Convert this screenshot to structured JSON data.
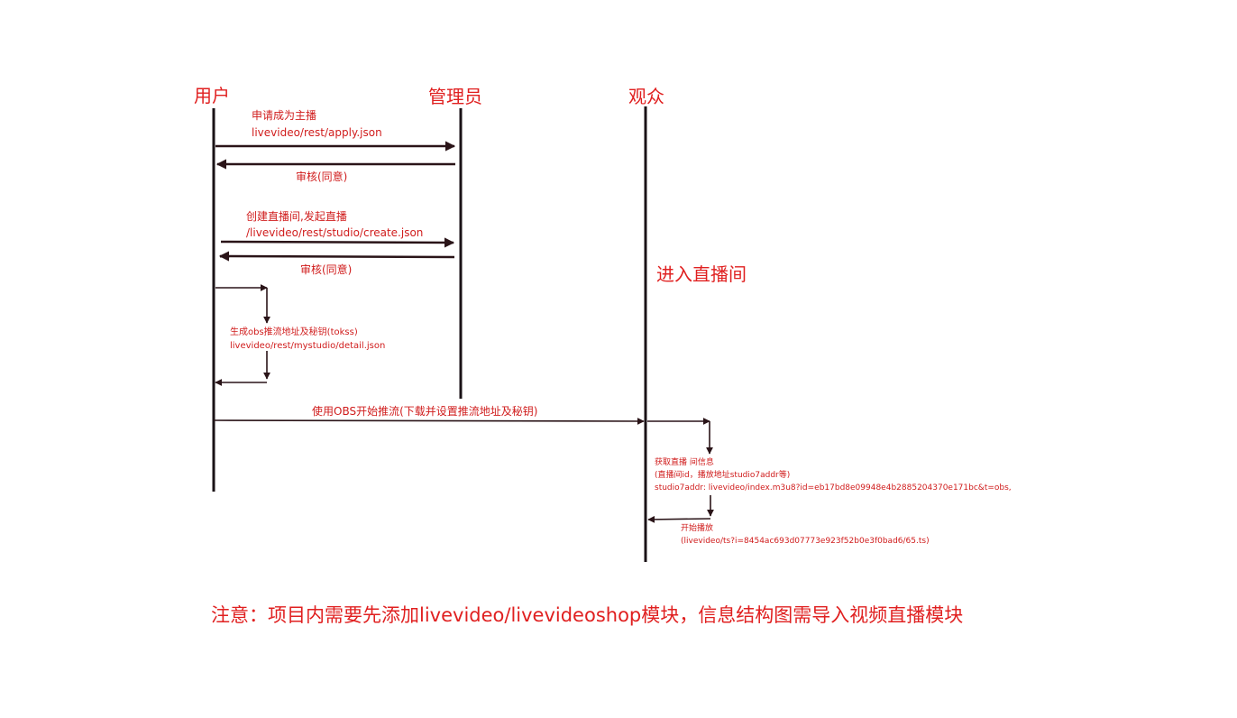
{
  "colors": {
    "text": "#e02020",
    "line": "#1a1216"
  },
  "actors": {
    "user": "用户",
    "admin": "管理员",
    "audience": "观众"
  },
  "messages": {
    "apply_line1": "申请成为主播",
    "apply_line2": "livevideo/rest/apply.json",
    "review1": "审核(同意)",
    "create_line1": "创建直播间,发起直播",
    "create_line2": "/livevideo/rest/studio/create.json",
    "review2": "审核(同意)",
    "obs_line1": "生成obs推流地址及秘钥(tokss)",
    "obs_line2": "livevideo/rest/mystudio/detail.json",
    "push": "使用OBS开始推流(下载并设置推流地址及秘钥)",
    "enter_room": "进入直播间",
    "info_line1": "获取直播 间信息",
    "info_line2": "(直播间id，播放地址studio7addr等)",
    "info_line3": "studio7addr:   livevideo/index.m3u8?id=eb17bd8e09948e4b2885204370e171bc&t=obs,",
    "play_line1": "开始播放",
    "play_line2": "(livevideo/ts?i=8454ac693d07773e923f52b0e3f0bad6/65.ts)"
  },
  "note": "注意：项目内需要先添加livevideo/livevideoshop模块，信息结构图需导入视频直播模块"
}
